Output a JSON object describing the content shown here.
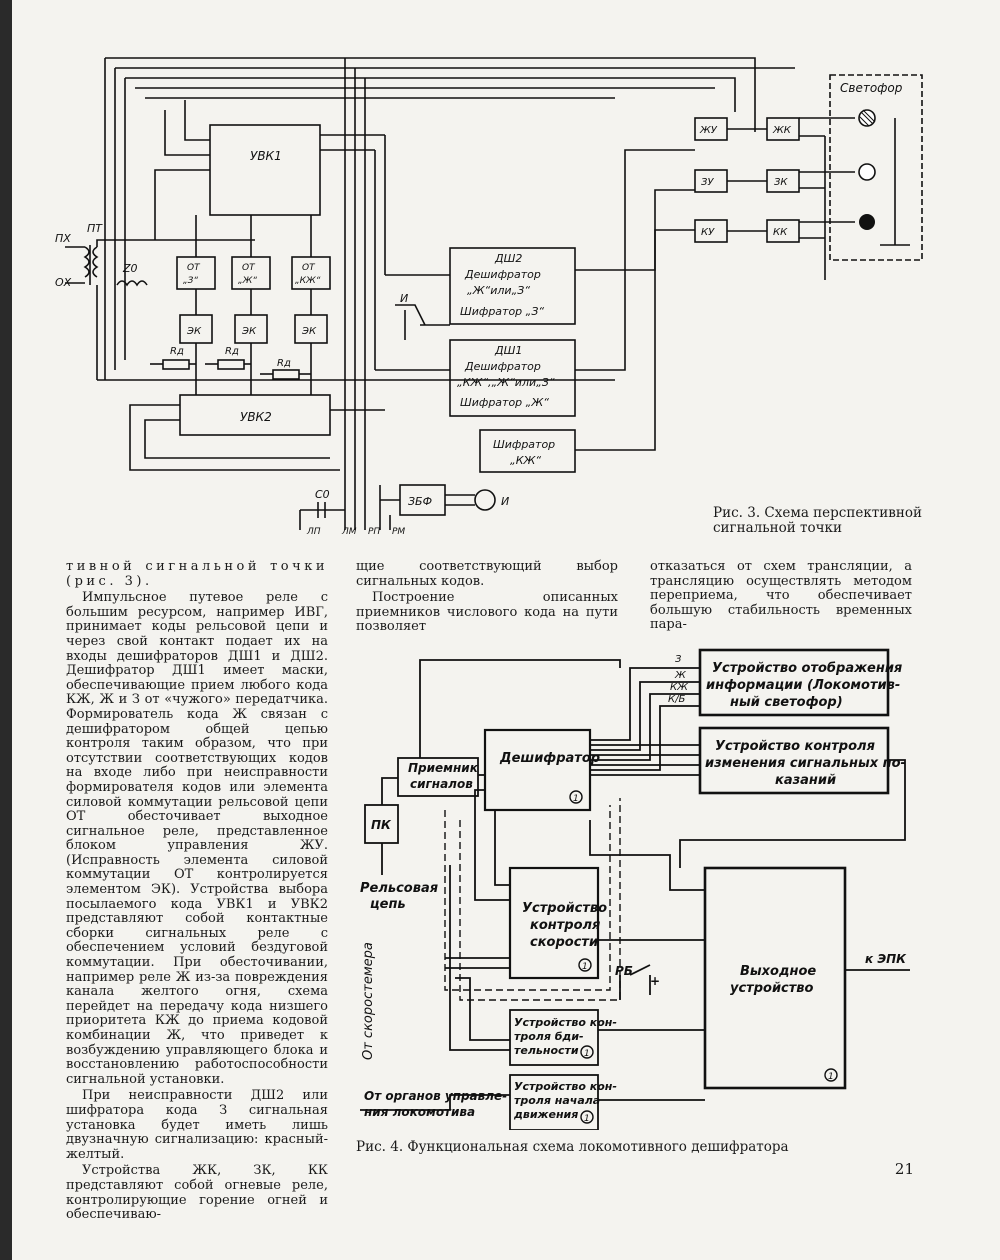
{
  "fig3": {
    "caption": "Рис. 3. Схема перспективной сигнальной точки",
    "labels": {
      "svetofor": "Светофор",
      "uvk1": "УВК1",
      "uvk2": "УВК2",
      "px": "ПХ",
      "ox": "ОХ",
      "pt": "ПТ",
      "z0": "Z0",
      "ot_z": [
        "ОТ",
        "„З“"
      ],
      "ot_zh": [
        "ОТ",
        "„Ж“"
      ],
      "ot_kzh": [
        "ОТ",
        "„КЖ“"
      ],
      "ek": "ЭК",
      "rd": "Rд",
      "dsh2": [
        "ДШ2",
        "Дешифратор",
        "„Ж“или„З“",
        "Шифратор „З“"
      ],
      "dsh1": [
        "ДШ1",
        "Дешифратор",
        "„КЖ“,„Ж“или„З“",
        "Шифратор „Ж“"
      ],
      "shifr_kzh": [
        "Шифратор",
        "„КЖ“"
      ],
      "zhu": "ЖУ",
      "zu": "ЗУ",
      "ku": "КУ",
      "zhk": "ЖК",
      "zk": "ЗК",
      "kk": "КК",
      "i": "И",
      "c0": "C0",
      "zbf": "ЗБФ",
      "bottom": [
        "ЛП",
        "ЛМ",
        "РП",
        "РМ"
      ]
    }
  },
  "fig4": {
    "caption": "Рис. 4. Функциональная схема локомотивного дешифратора",
    "labels": {
      "display": [
        "Устройство отображения",
        "информации (Локомотив-",
        "ный светофор)"
      ],
      "control_change": [
        "Устройство контроля",
        "изменения сигнальных по-",
        "казаний"
      ],
      "decoder": "Дешифратор",
      "receiver": [
        "Приемник",
        "сигналов"
      ],
      "pk": "ПК",
      "rail": [
        "Рельсовая",
        "цепь"
      ],
      "speed_ctrl": [
        "Устройство",
        "контроля",
        "скорости"
      ],
      "output": [
        "Выходное",
        "устройство"
      ],
      "vigilance": [
        "Устройство кон-",
        "троля бди-",
        "тельности"
      ],
      "motion": [
        "Устройство кон-",
        "троля начала",
        "движения"
      ],
      "from_speedometer": "От скоростемера",
      "from_controls": [
        "От органов управле-",
        "ния локомотива"
      ],
      "to_epk": "к ЭПК",
      "rb": "РБ",
      "plus": "+",
      "signals": [
        "З",
        "Ж",
        "КЖ",
        "К/Б"
      ],
      "one": "1"
    }
  },
  "text": {
    "col1": [
      "тивной сигнальной точки (рис. 3).",
      "Импульсное путевое реле с большим ресурсом, например ИВГ, принимает коды рельсовой цепи и через свой контакт подает их на входы дешифраторов ДШ1 и ДШ2. Дешифратор ДШ1 имеет маски, обеспечивающие прием любого кода КЖ, Ж и З от «чужого» передатчика. Формирователь кода Ж связан с дешифратором общей цепью контроля таким образом, что при отсутствии соответствующих кодов на входе либо при неисправности формирователя кодов или элемента силовой коммутации рельсовой цепи ОТ обесточивает выходное сигнальное реле, представленное блоком управления ЖУ. (Исправность элемента силовой коммутации ОТ контролируется элементом ЭК). Устройства выбора посылаемого кода УВК1 и УВК2 представляют собой контактные сборки сигнальных реле с обеспечением условий бездуговой коммутации. При обесточивании, например реле Ж из-за повреждения канала желтого огня, схема перейдет на передачу кода низшего приоритета КЖ до приема кодовой комбинации Ж, что приведет к возбуждению управляющего блока и восстановлению работоспособности сигнальной установки.",
      "При неисправности ДШ2 или шифратора кода З сигнальная установка будет иметь лишь двузначную сигнализацию: красный-желтый.",
      "Устройства ЖК, ЗК, КК представляют собой огневые реле, контролирующие горение огней и обеспечиваю-"
    ],
    "col2": [
      "щие соответствующий выбор сигнальных кодов.",
      "Построение описанных приемников числового кода на пути позволяет"
    ],
    "col3": [
      "отказаться от схем трансляции, а трансляцию осуществлять методом переприема, что обеспечивает большую стабильность временных пара-"
    ]
  },
  "page_number": "21"
}
